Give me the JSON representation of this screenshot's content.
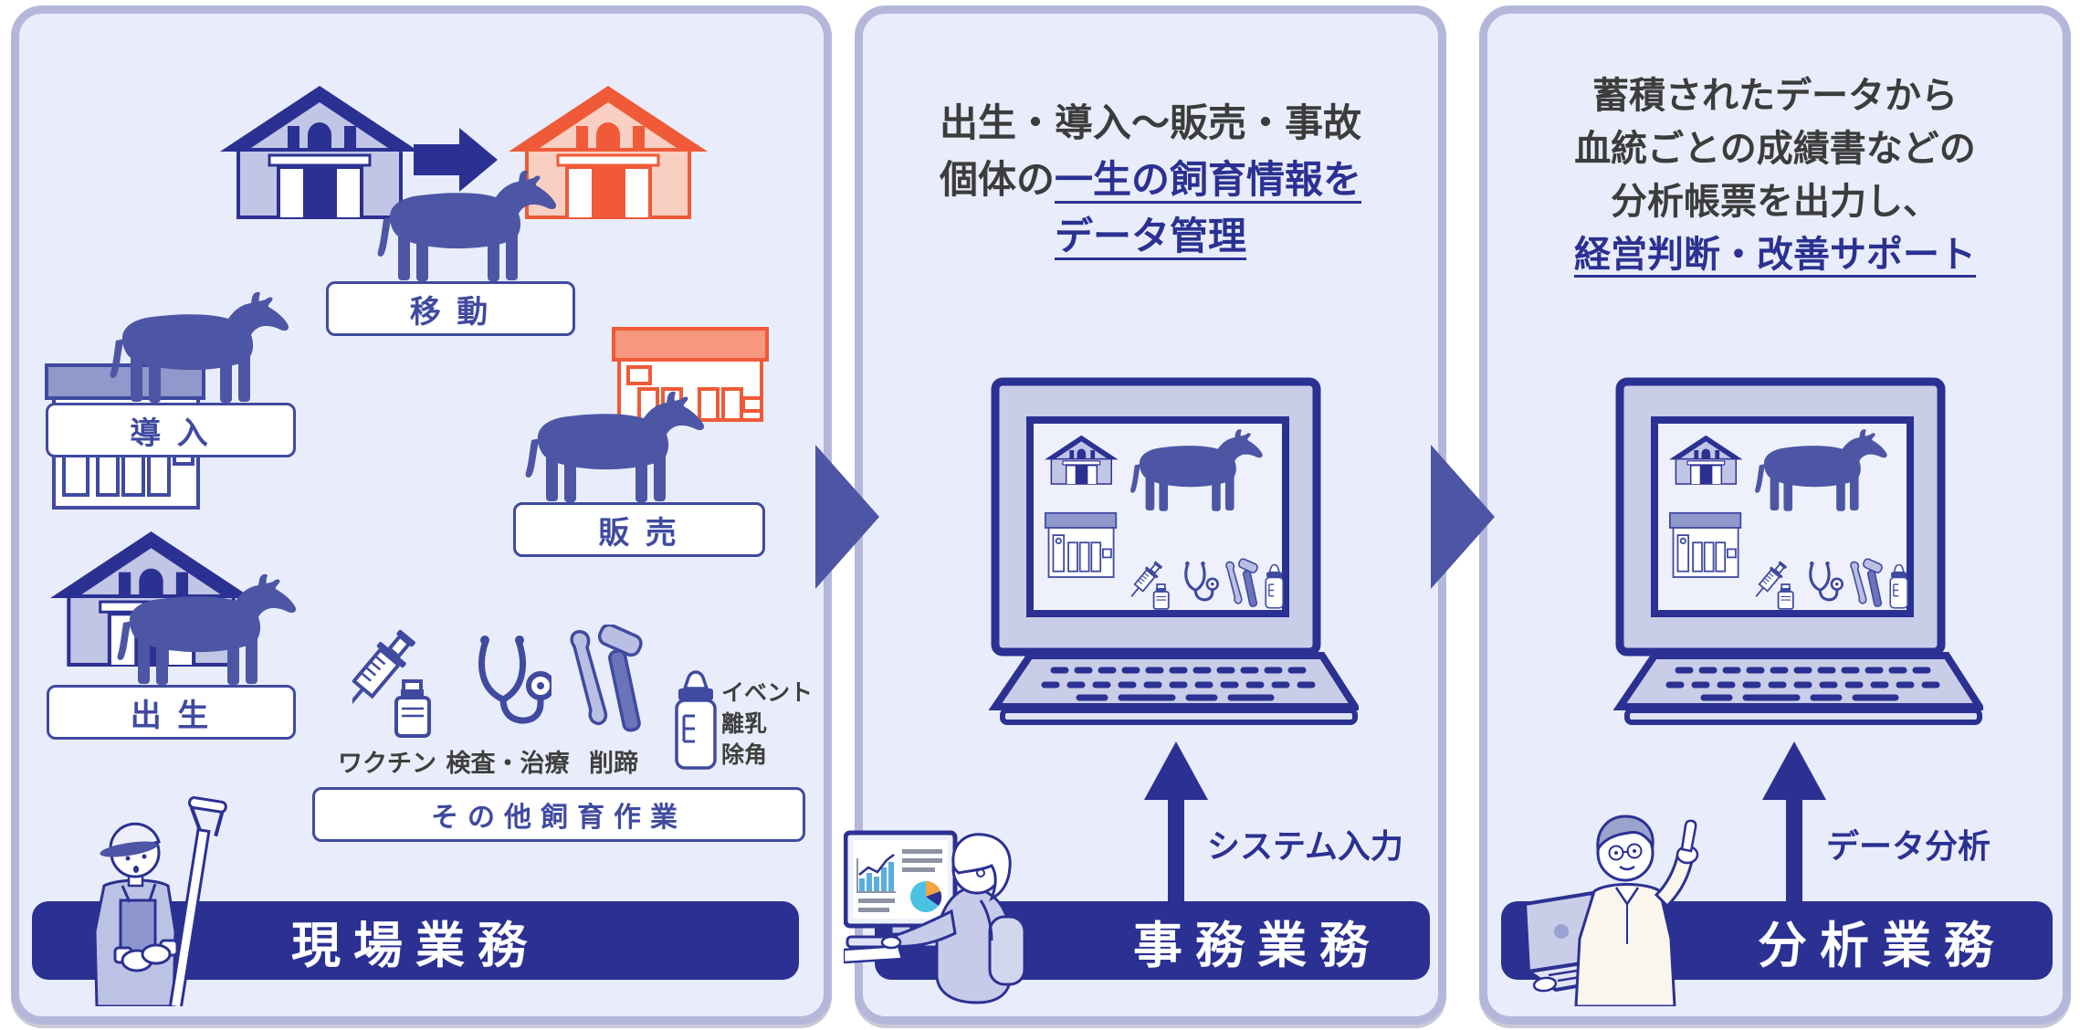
{
  "colors": {
    "navy": "#2b3192",
    "indigo_cow": "#4d56a5",
    "panel_bg": "#e9edfb",
    "panel_border": "#b4b7da",
    "orange": "#f05a38",
    "orange_light": "#f9cfc2",
    "lavender": "#c2c6e6",
    "link": "#2b3192",
    "text_dark": "#3c3c3c"
  },
  "panel_field": {
    "banner": "現場業務",
    "labels": {
      "move": "移 動",
      "intro": "導 入",
      "sale": "販 売",
      "birth": "出 生",
      "other": "その他飼育作業"
    },
    "captions": {
      "vaccine": "ワクチン",
      "exam": "検査・治療",
      "hoof": "削蹄",
      "event1": "イベント",
      "event2": "離乳",
      "event3": "除角"
    }
  },
  "panel_office": {
    "line1": "出生・導入〜販売・事故",
    "line2_plain": "個体の",
    "line2_link": "一生の飼育情報を",
    "line3_link": "データ管理",
    "arrow_label": "システム入力",
    "banner": "事務業務"
  },
  "panel_analysis": {
    "line1": "蓄積されたデータから",
    "line2": "血統ごとの成績書などの",
    "line3": "分析帳票を出力し、",
    "line4_link": "経営判断・改善サポート",
    "arrow_label": "データ分析",
    "banner": "分析業務"
  }
}
